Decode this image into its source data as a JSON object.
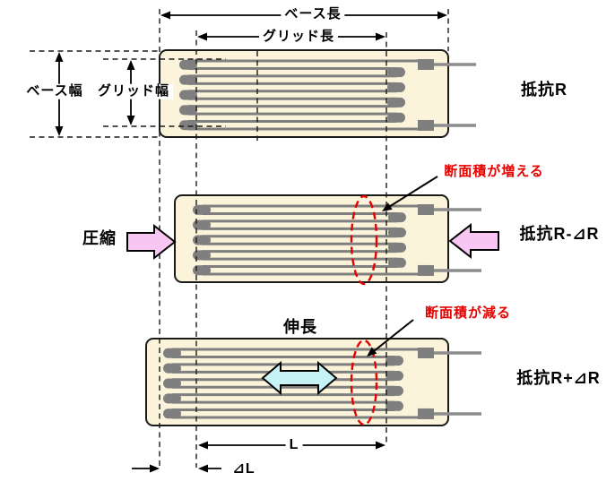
{
  "diagram_title": "strain-gauge resistance change diagram",
  "colors": {
    "body_fill": "#FBF3DA",
    "body_stroke": "#1a1a1a",
    "wire_gray": "#7f7f7f",
    "lead_gray": "#8c8c8c",
    "pink_arrow": "#F8C6F2",
    "cyan_arrow": "#C8F3F5",
    "red_accent": "#e60000",
    "line_black": "#000000"
  },
  "dimension_labels": {
    "base_length": "ベース長",
    "grid_length": "グリッド長",
    "base_width": "ベース幅",
    "grid_width": "グリッド幅",
    "gauge_length": "L",
    "delta_length": "⊿L"
  },
  "gauges": [
    {
      "state": "normal",
      "resistance": "抵抗R"
    },
    {
      "state": "compressed",
      "force": "圧縮",
      "resistance": "抵抗R-⊿R",
      "note": "断面積が増える"
    },
    {
      "state": "stretched",
      "force": "伸長",
      "resistance": "抵抗R+⊿R",
      "note": "断面積が減る"
    }
  ]
}
